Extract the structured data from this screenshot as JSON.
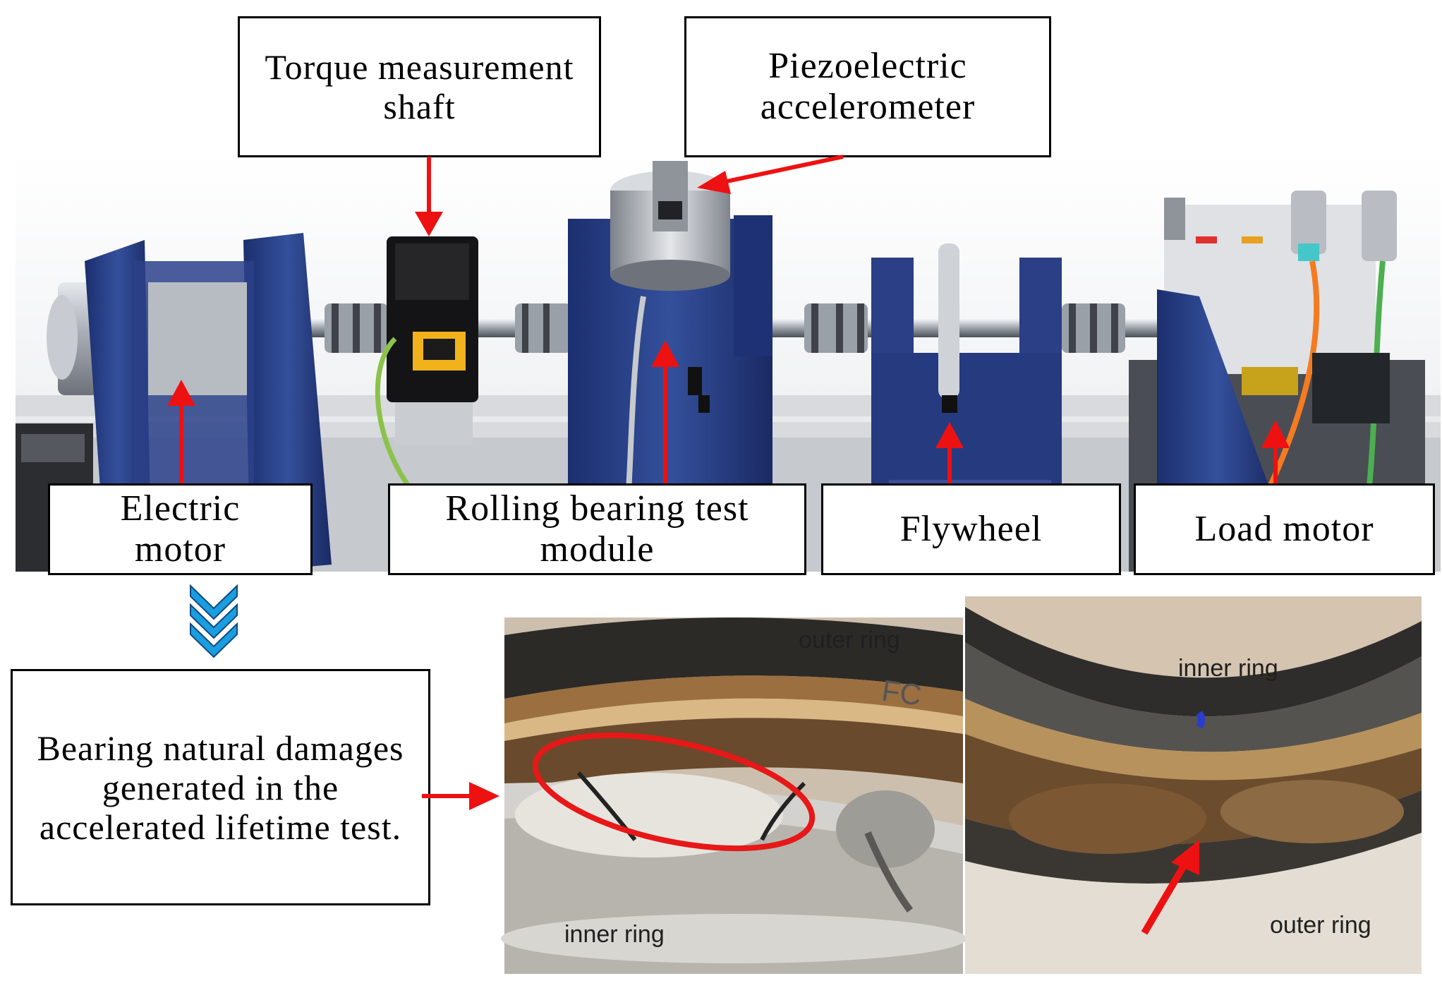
{
  "labels": {
    "torque": "Torque measurement shaft",
    "piezo": "Piezoelectric accelerometer",
    "electric_motor": "Electric motor",
    "rolling_bearing": "Rolling bearing test module",
    "flywheel": "Flywheel",
    "load_motor": "Load motor",
    "bearing_damage": "Bearing natural damages generated in the accelerated lifetime test."
  },
  "photo_labels": {
    "left_outer": "outer ring",
    "left_inner": "inner ring",
    "left_stamp": "FC",
    "right_inner": "inner ring",
    "right_outer": "outer ring"
  },
  "colors": {
    "arrow": "#ee1111",
    "chevron": "#1a9ee0",
    "motor_blue": "#283f86",
    "steel": "#b9bec5"
  }
}
